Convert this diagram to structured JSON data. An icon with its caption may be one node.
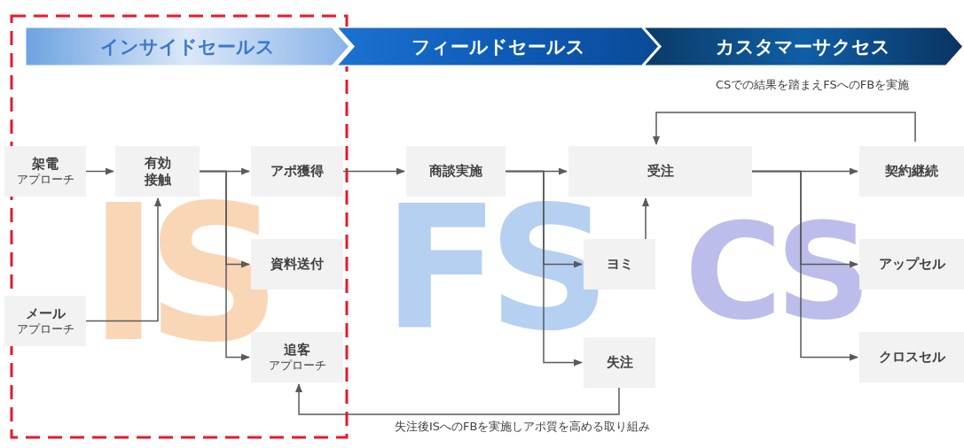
{
  "diagram": {
    "nodes": [
      {
        "text": [
          "インサイドセールス"
        ]
      },
      {
        "text": [
          "フィールドセールス"
        ]
      },
      {
        "text": [
          "カスタマーサクセス"
        ]
      },
      {
        "text": [
          "架電",
          "アプローチ"
        ]
      },
      {
        "text": [
          "有効接触"
        ]
      },
      {
        "text": [
          "アポ獲得"
        ]
      },
      {
        "text": [
          "資料送付"
        ]
      },
      {
        "text": [
          "メール",
          "アプローチ"
        ]
      },
      {
        "text": [
          "追客",
          "アプローチ"
        ]
      },
      {
        "text": [
          "商談実施"
        ]
      },
      {
        "text": [
          "受注"
        ]
      },
      {
        "text": [
          "ヨミ"
        ]
      },
      {
        "text": [
          "失注"
        ]
      },
      {
        "text": [
          "契約継続"
        ]
      },
      {
        "text": [
          "アップセル"
        ]
      },
      {
        "text": [
          "クロスセル"
        ]
      }
    ],
    "edges": [
      {
        "from": 3,
        "to": 4,
        "arrow": "to"
      },
      {
        "from": 7,
        "to": 4,
        "arrow": "to"
      },
      {
        "from": 4,
        "to": 5,
        "arrow": "to"
      },
      {
        "from": 4,
        "to": 6,
        "arrow": "to"
      },
      {
        "from": 4,
        "to": 8,
        "arrow": "to"
      },
      {
        "from": 5,
        "to": 9,
        "arrow": "to"
      },
      {
        "from": 9,
        "to": 10,
        "arrow": "to"
      },
      {
        "from": 9,
        "to": 11,
        "arrow": "to"
      },
      {
        "from": 9,
        "to": 12,
        "arrow": "to"
      },
      {
        "from": 11,
        "to": 10,
        "arrow": "to"
      },
      {
        "from": 10,
        "to": 13,
        "arrow": "to"
      },
      {
        "from": 10,
        "to": 14,
        "arrow": "to"
      },
      {
        "from": 10,
        "to": 15,
        "arrow": "to"
      },
      {
        "from": 13,
        "to": 10,
        "arrow": "to",
        "label": "CSでの結果を踏まえFSへのFBを実施"
      },
      {
        "from": 12,
        "to": 8,
        "arrow": "to",
        "label": "失注後ISへのFBを実施しアポ質を高める取り組み"
      }
    ],
    "labels": [
      "IS",
      "FS",
      "CS"
    ]
  }
}
